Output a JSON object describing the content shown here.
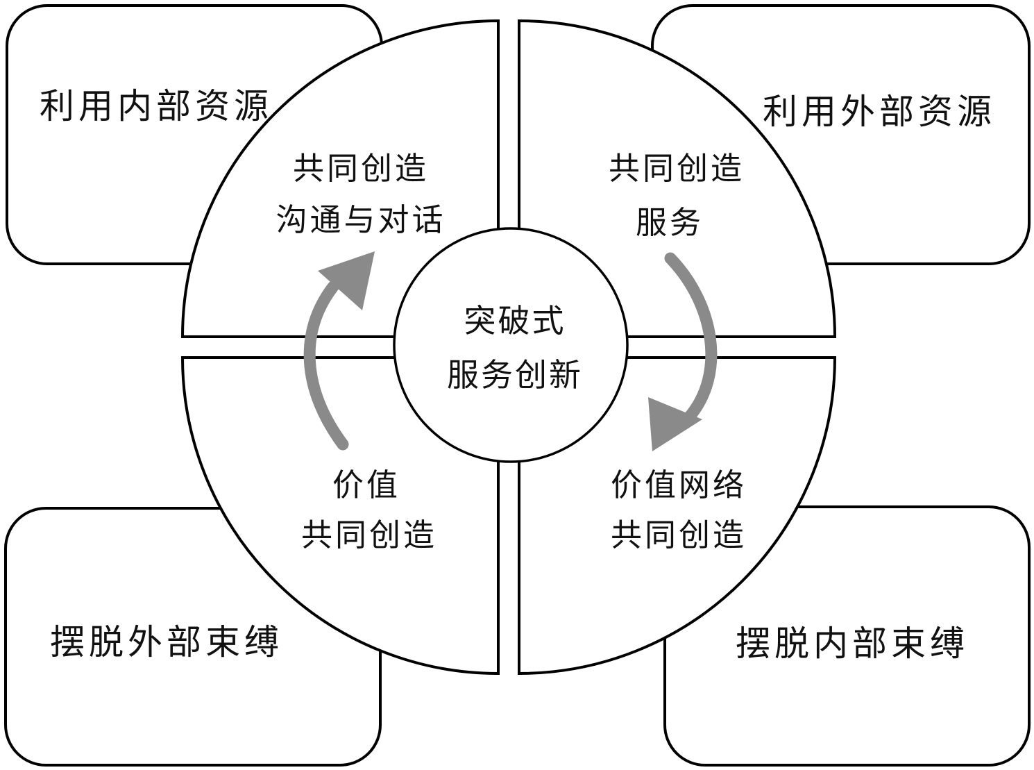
{
  "diagram": {
    "title": "breakthrough-service-innovation-diagram",
    "center": {
      "line1": "突破式",
      "line2": "服务创新"
    },
    "quadrants": {
      "top_left": {
        "line1": "共同创造",
        "line2": "沟通与对话"
      },
      "top_right": {
        "line1": "共同创造",
        "line2": "服务"
      },
      "bottom_left": {
        "line1": "价值",
        "line2": "共同创造"
      },
      "bottom_right": {
        "line1": "价值网络",
        "line2": "共同创造"
      }
    },
    "corners": {
      "top_left": "利用内部资源",
      "top_right": "利用外部资源",
      "bottom_left": "摆脱外部束缚",
      "bottom_right": "摆脱内部束缚"
    },
    "colors": {
      "outline": "#000000",
      "fill": "#ffffff",
      "arrow": "#8a8a8a"
    }
  }
}
